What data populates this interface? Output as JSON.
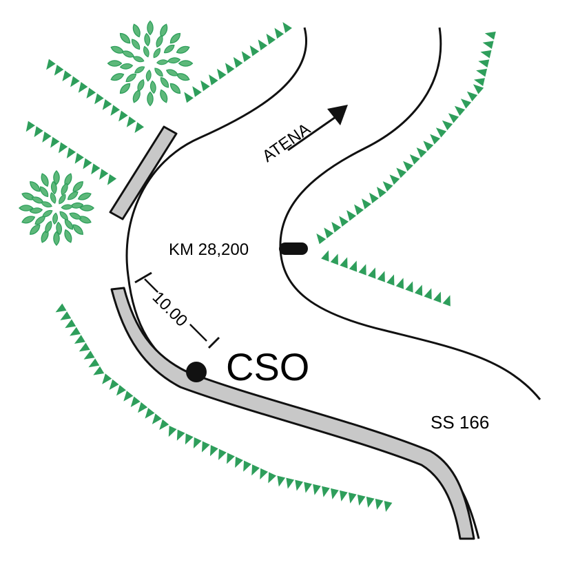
{
  "labels": {
    "direction": "ATENA",
    "km_marker": "KM 28,200",
    "distance": "10.00",
    "site_code": "CSO",
    "road_name": "SS 166"
  },
  "colors": {
    "vegetation": "#2e9e5b",
    "tree_fill": "#5db87a",
    "guardrail_fill": "#c8c8c8",
    "line": "#111111"
  },
  "symbols": {
    "trees": "tree-icon",
    "slope_hatching": "embankment-triangles",
    "direction": "arrow-icon",
    "point": "point-marker-icon"
  }
}
